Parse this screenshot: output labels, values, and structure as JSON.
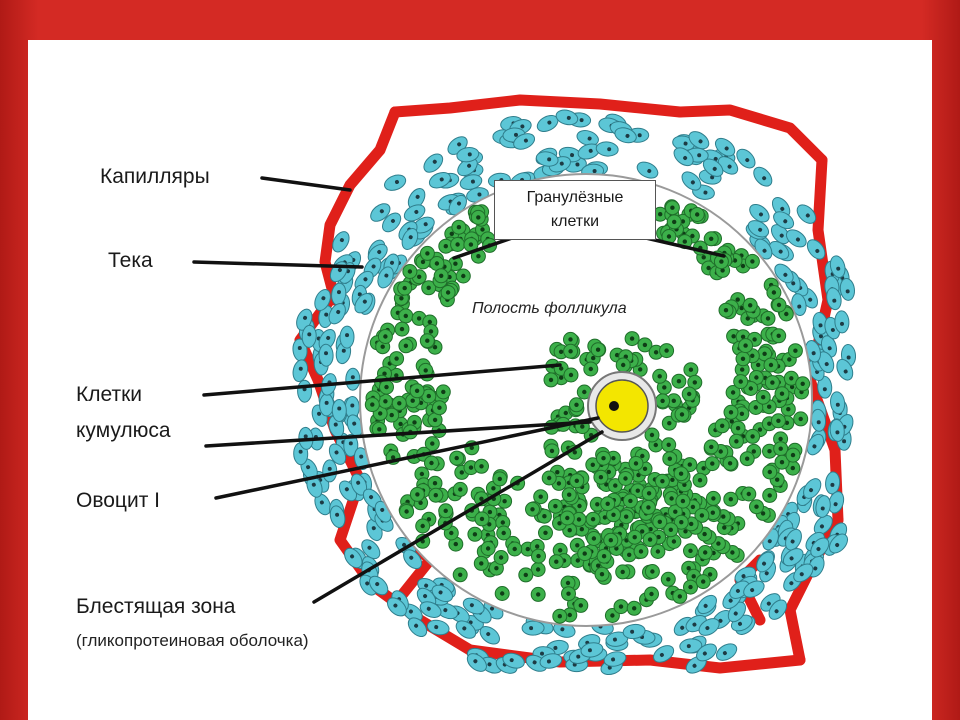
{
  "labels": {
    "capillaries": "Капилляры",
    "theca": "Тека",
    "cumulus_line1": "Клетки",
    "cumulus_line2": "кумулюса",
    "oocyte": "Овоцит I",
    "zona_line1": "Блестящая зона",
    "zona_line2": "(гликопротеиновая оболочка)",
    "granulosa_line1": "Гранулёзные",
    "granulosa_line2": "клетки",
    "cavity": "Полость фолликула"
  },
  "colors": {
    "frame": "#c8221e",
    "capillary": "#e0201a",
    "theca_cell": "#5cc6d6",
    "granulosa_cell": "#3cb04a",
    "oocyte": "#f3e600",
    "nucleus": "#111111"
  }
}
